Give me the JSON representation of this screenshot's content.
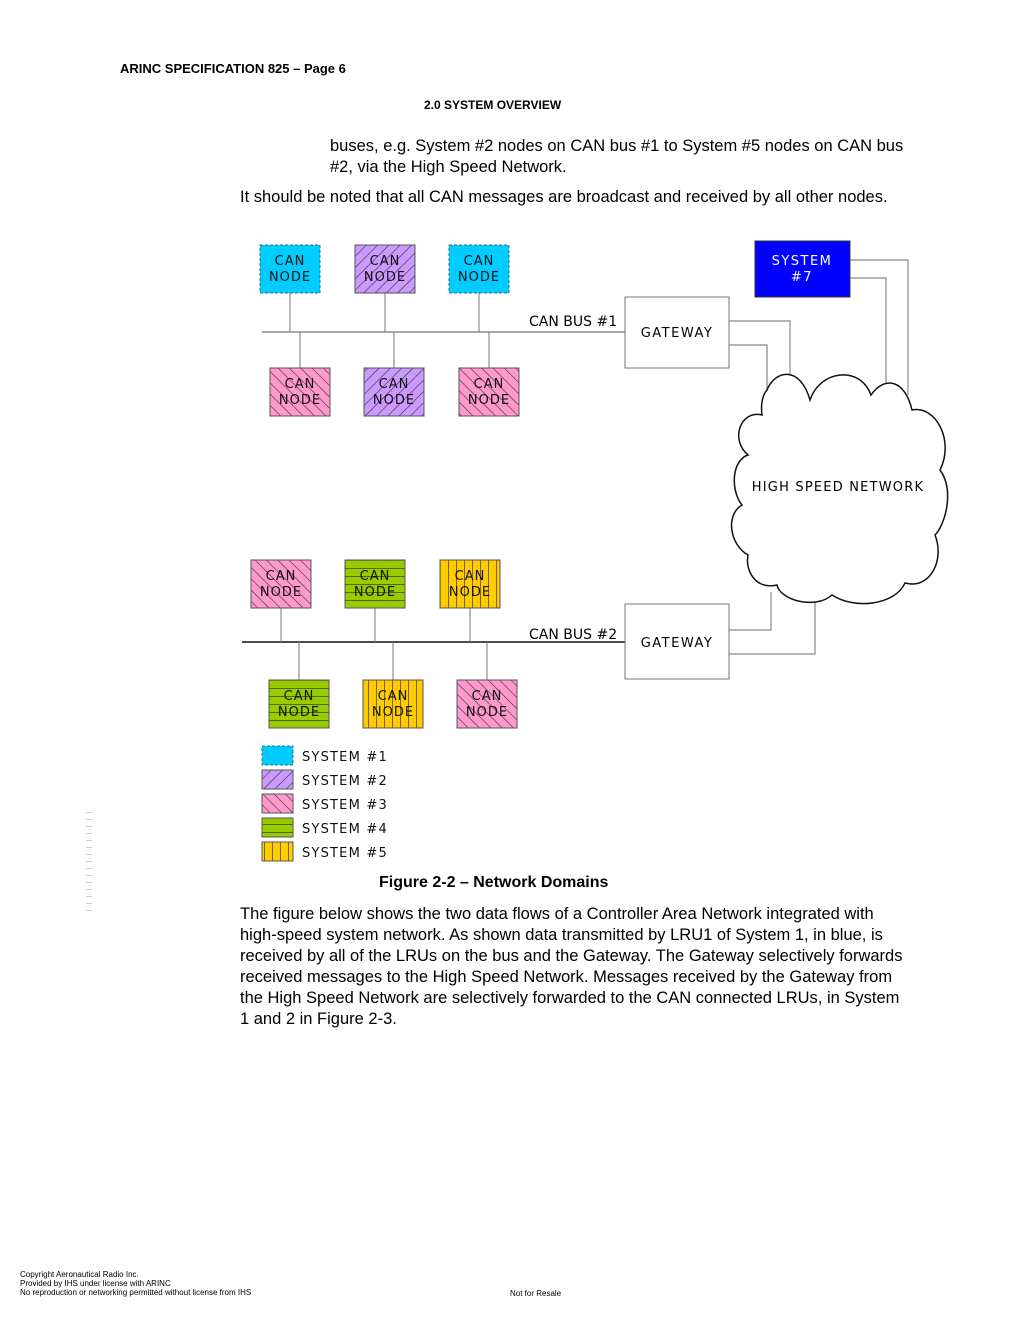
{
  "header": {
    "running_title": "ARINC SPECIFICATION 825 – Page 6",
    "section_title": "2.0 SYSTEM OVERVIEW"
  },
  "body": {
    "paragraph_continued": "buses, e.g. System #2 nodes on CAN bus #1 to System #5 nodes on CAN bus #2, via the High Speed Network.",
    "paragraph_note": "It should be noted that all CAN messages are broadcast and received by all other nodes.",
    "paragraph_after_figure": "The figure below shows the two data flows of a Controller Area Network integrated with high-speed system network. As shown data transmitted by LRU1 of System 1, in blue, is received by all of the LRUs on the bus and the Gateway. The Gateway selectively forwards received messages to the High Speed Network. Messages received by the Gateway from the High Speed Network are selectively forwarded to the CAN connected LRUs, in System 1 and 2 in Figure 2-3."
  },
  "figure": {
    "caption": "Figure 2-2 – Network Domains",
    "node_label_line1": "CAN",
    "node_label_line2": "NODE",
    "bus1_label": "CAN BUS #1",
    "bus2_label": "CAN BUS #2",
    "gateway_label": "GATEWAY",
    "system7_line1": "SYSTEM",
    "system7_line2": "#7",
    "cloud_label": "HIGH SPEED NETWORK",
    "bus1_top_nodes": [
      "system1",
      "system2",
      "system1"
    ],
    "bus1_bottom_nodes": [
      "system3",
      "system2",
      "system3"
    ],
    "bus2_top_nodes": [
      "system3",
      "system4",
      "system5"
    ],
    "bus2_bottom_nodes": [
      "system4",
      "system5",
      "system3"
    ],
    "legend": [
      {
        "key": "system1",
        "label": "SYSTEM #1",
        "color": "#00ccff"
      },
      {
        "key": "system2",
        "label": "SYSTEM #2",
        "color": "#cc99ff"
      },
      {
        "key": "system3",
        "label": "SYSTEM #3",
        "color": "#ff99cc"
      },
      {
        "key": "system4",
        "label": "SYSTEM #4",
        "color": "#99cc00"
      },
      {
        "key": "system5",
        "label": "SYSTEM #5",
        "color": "#ffcc00"
      }
    ],
    "system7_color": "#0000ff"
  },
  "footer": {
    "line1": "Copyright Aeronautical Radio Inc.",
    "line2": "Provided by IHS under license with ARINC",
    "line3": "No reproduction or networking permitted without license from IHS",
    "resale": "Not for Resale"
  }
}
